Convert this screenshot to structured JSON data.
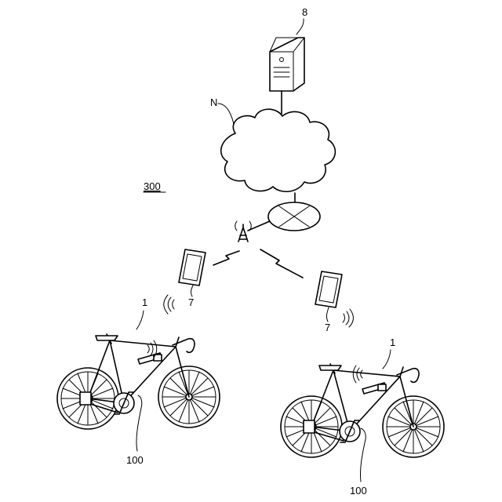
{
  "labels": {
    "server": "8",
    "network": "N",
    "system": "300",
    "terminal_left": "7",
    "terminal_right": "7",
    "bicycle_left": "1",
    "bicycle_right": "1",
    "unit_left": "100",
    "unit_right": "100"
  },
  "nodes": [
    {
      "id": "server",
      "label": "8",
      "kind": "server"
    },
    {
      "id": "network",
      "label": "N",
      "kind": "cloud"
    },
    {
      "id": "router",
      "label": "",
      "kind": "router"
    },
    {
      "id": "base-station",
      "label": "",
      "kind": "antenna"
    },
    {
      "id": "terminal-left",
      "label": "7",
      "kind": "smartphone"
    },
    {
      "id": "terminal-right",
      "label": "7",
      "kind": "smartphone"
    },
    {
      "id": "bicycle-left",
      "label": "1",
      "kind": "bicycle"
    },
    {
      "id": "bicycle-right",
      "label": "1",
      "kind": "bicycle"
    },
    {
      "id": "unit-left",
      "label": "100",
      "kind": "bicycle-component"
    },
    {
      "id": "unit-right",
      "label": "100",
      "kind": "bicycle-component"
    }
  ],
  "edges": [
    {
      "from": "server",
      "to": "network",
      "type": "wired"
    },
    {
      "from": "network",
      "to": "router",
      "type": "wired"
    },
    {
      "from": "router",
      "to": "base-station",
      "type": "wired"
    },
    {
      "from": "base-station",
      "to": "terminal-left",
      "type": "wireless"
    },
    {
      "from": "base-station",
      "to": "terminal-right",
      "type": "wireless"
    },
    {
      "from": "terminal-left",
      "to": "bicycle-left",
      "type": "short-range-wireless"
    },
    {
      "from": "terminal-right",
      "to": "bicycle-right",
      "type": "short-range-wireless"
    }
  ]
}
